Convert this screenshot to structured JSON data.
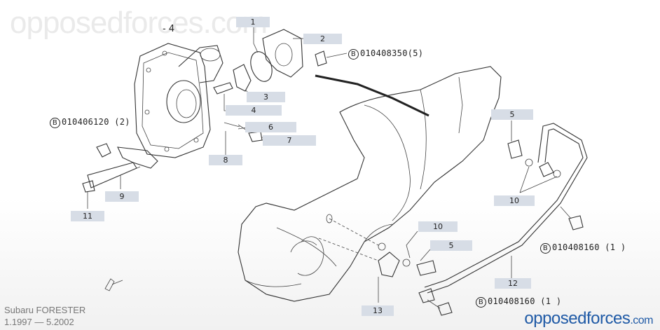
{
  "watermark": "opposedforces.com",
  "part4_label": "- 4",
  "callouts": [
    {
      "id": "c1",
      "text": "1"
    },
    {
      "id": "c2",
      "text": "2"
    },
    {
      "id": "c3",
      "text": "3"
    },
    {
      "id": "c4",
      "text": "4"
    },
    {
      "id": "c6",
      "text": "6"
    },
    {
      "id": "c7",
      "text": "7"
    },
    {
      "id": "c8",
      "text": "8"
    },
    {
      "id": "c9",
      "text": "9"
    },
    {
      "id": "c11",
      "text": "11"
    },
    {
      "id": "c5a",
      "text": "5"
    },
    {
      "id": "c10a",
      "text": "10"
    },
    {
      "id": "c10b",
      "text": "10"
    },
    {
      "id": "c5b",
      "text": "5"
    },
    {
      "id": "c12",
      "text": "12"
    },
    {
      "id": "c13",
      "text": "13"
    }
  ],
  "bolts": [
    {
      "id": "b1",
      "symbol": "B",
      "code": "010408350(5)"
    },
    {
      "id": "b2",
      "symbol": "B",
      "code": "010406120 (2)"
    },
    {
      "id": "b3",
      "symbol": "B",
      "code": "010408160 (1 )"
    },
    {
      "id": "b4",
      "symbol": "B",
      "code": "010408160 (1 )"
    }
  ],
  "vehicle": {
    "model": "Subaru FORESTER",
    "years": "1.1997 — 5.2002"
  },
  "brand": {
    "part1": "opposed",
    "part2": "forces",
    "part3": ".com"
  }
}
